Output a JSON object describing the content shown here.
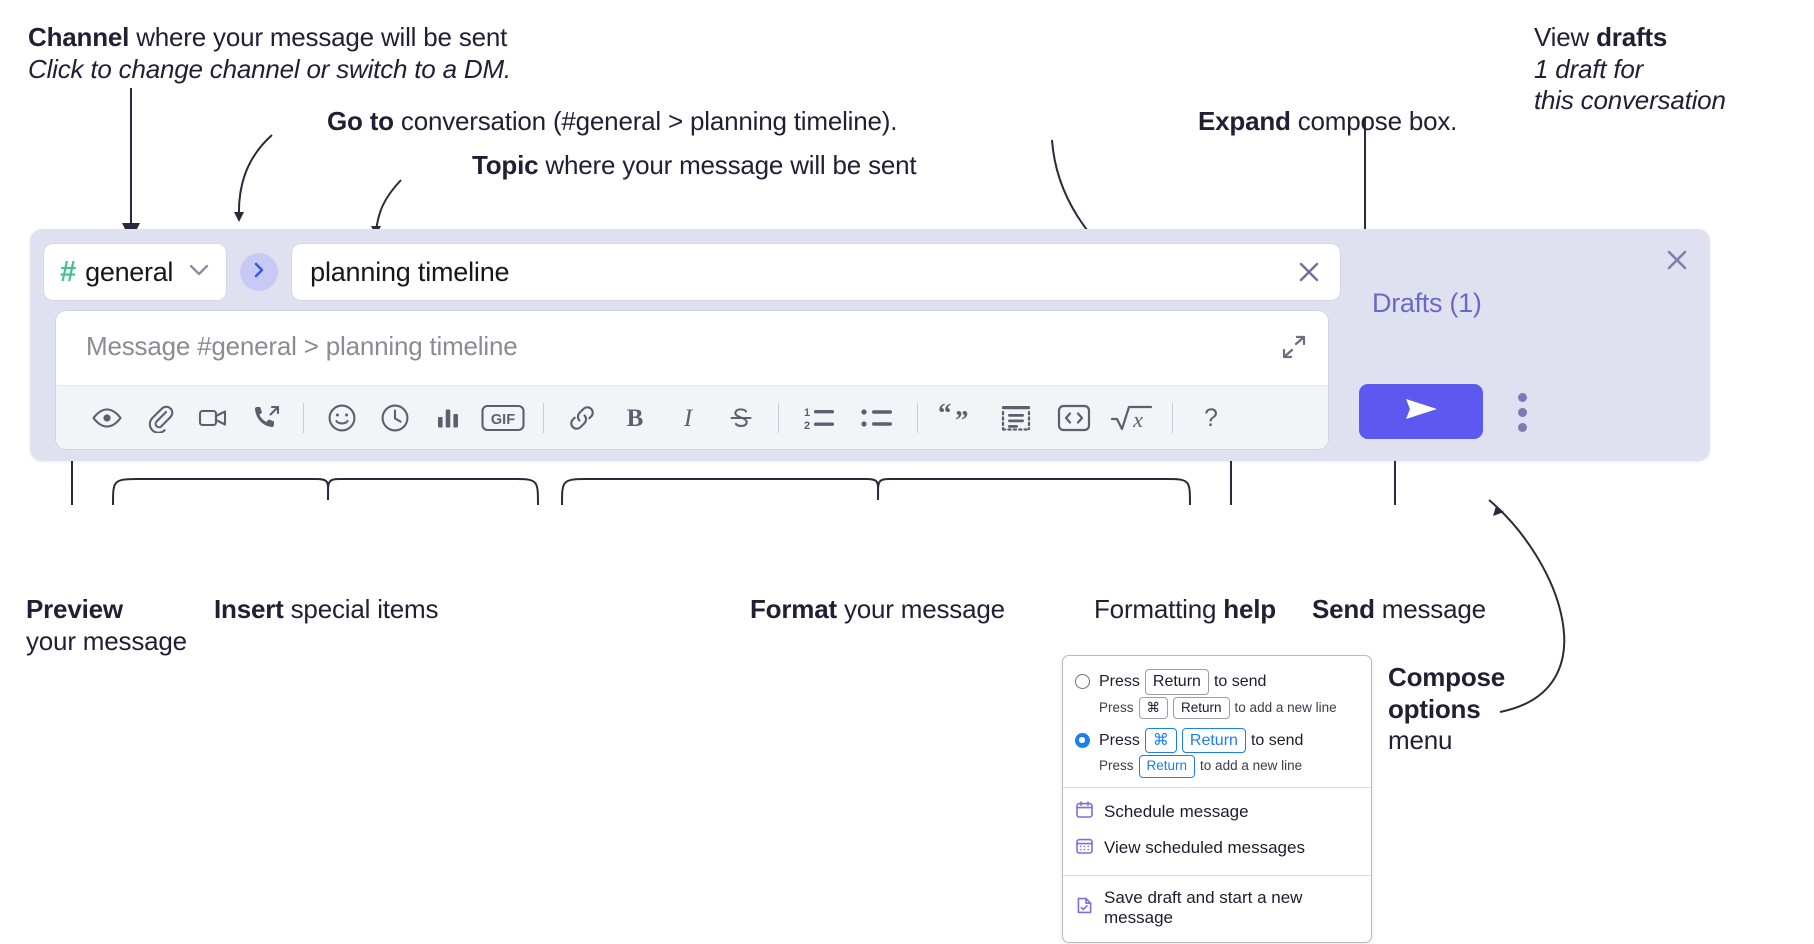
{
  "annotations": {
    "channel": {
      "bold": "Channel",
      "rest": " where your message will be sent",
      "italic": "Click to change channel or switch to a DM."
    },
    "goto": {
      "bold": "Go to",
      "rest": " conversation (#general > planning timeline)."
    },
    "topic": {
      "bold": "Topic",
      "rest": " where your message will be sent"
    },
    "expand": {
      "bold": "Expand",
      "rest": " compose box."
    },
    "drafts": {
      "line1_plain": "View ",
      "line1_bold": "drafts",
      "line2": "1 draft for",
      "line3": "this conversation"
    },
    "preview": {
      "bold": "Preview",
      "line2": "your message"
    },
    "insert": {
      "bold": "Insert",
      "rest": " special items"
    },
    "format": {
      "bold": "Format",
      "rest": " your message"
    },
    "formatting_help": {
      "plain": "Formatting ",
      "bold": "help"
    },
    "send": {
      "bold": "Send",
      "rest": " message"
    },
    "compose_options": {
      "bold1": "Compose",
      "bold2": "options",
      "plain": "menu"
    }
  },
  "compose": {
    "channel_pill": {
      "hash": "#",
      "name": "general",
      "chevron_icon": "chevron-down-icon"
    },
    "goto_button_icon": "chevron-right-icon",
    "topic": {
      "value": "planning timeline",
      "clear_icon": "close-icon"
    },
    "message": {
      "placeholder": "Message #general > planning timeline",
      "value": ""
    },
    "expand_icon": "expand-diagonal-icon",
    "panel_close_icon": "close-icon",
    "drafts_label": "Drafts (1)",
    "send_icon": "send-paper-plane-icon",
    "kebab_icon": "vertical-dots-icon",
    "toolbar": [
      {
        "name": "preview-icon",
        "label": "Preview"
      },
      {
        "name": "attachment-paperclip-icon",
        "label": "Attach file"
      },
      {
        "name": "video-camera-icon",
        "label": "Video clip"
      },
      {
        "name": "phone-outgoing-icon",
        "label": "Audio clip"
      },
      {
        "name": "separator",
        "label": ""
      },
      {
        "name": "emoji-smiley-icon",
        "label": "Emoji"
      },
      {
        "name": "clock-icon",
        "label": "Reminder"
      },
      {
        "name": "poll-bars-icon",
        "label": "Poll"
      },
      {
        "name": "gif-icon",
        "label": "GIF"
      },
      {
        "name": "separator",
        "label": ""
      },
      {
        "name": "link-icon",
        "label": "Link"
      },
      {
        "name": "bold-icon",
        "label": "Bold"
      },
      {
        "name": "italic-icon",
        "label": "Italic"
      },
      {
        "name": "strikethrough-icon",
        "label": "Strikethrough"
      },
      {
        "name": "separator",
        "label": ""
      },
      {
        "name": "ordered-list-icon",
        "label": "Ordered list"
      },
      {
        "name": "bulleted-list-icon",
        "label": "Bulleted list"
      },
      {
        "name": "separator",
        "label": ""
      },
      {
        "name": "blockquote-icon",
        "label": "Blockquote"
      },
      {
        "name": "code-block-icon",
        "label": "Code block"
      },
      {
        "name": "inline-code-icon",
        "label": "Code"
      },
      {
        "name": "math-sqrt-icon",
        "label": "Math"
      },
      {
        "name": "separator",
        "label": ""
      },
      {
        "name": "help-question-icon",
        "label": "Formatting help"
      }
    ],
    "gif_text": "GIF"
  },
  "menu": {
    "options": [
      {
        "selected": false,
        "pre": "Press",
        "key": "Return",
        "post": "to send",
        "sub_pre": "Press",
        "sub_key1": "⌘",
        "sub_key2": "Return",
        "sub_post": "to add a new line"
      },
      {
        "selected": true,
        "pre": "Press",
        "key1": "⌘",
        "key2": "Return",
        "post": "to send",
        "sub_pre": "Press",
        "sub_key": "Return",
        "sub_post": "to add a new line"
      }
    ],
    "items": [
      {
        "icon": "calendar-schedule-icon",
        "label": "Schedule message"
      },
      {
        "icon": "calendar-grid-icon",
        "label": "View scheduled messages"
      },
      {
        "icon": "save-draft-file-icon",
        "label": "Save draft and start a new message",
        "divider_above": true
      }
    ]
  },
  "colors": {
    "panel_bg": "#e0e1f0",
    "send_button": "#5d59f0",
    "hash_green": "#3fc392",
    "drafts_purple": "#6a68c9",
    "goto_chip": "#c6caf4",
    "radio_blue": "#1c7ef3",
    "menu_icon_purple": "#7c6fe0"
  }
}
